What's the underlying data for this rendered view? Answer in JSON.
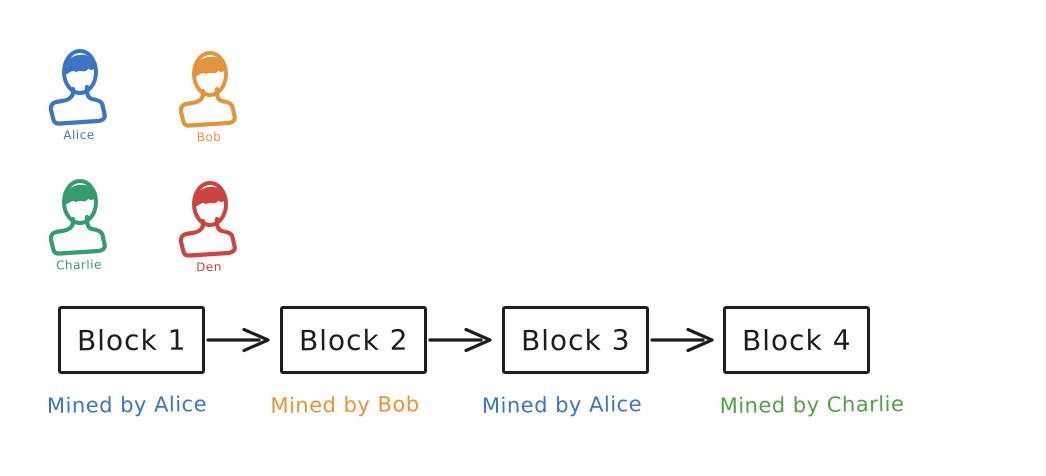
{
  "canvas": {
    "background_color": "#ffffff",
    "ink_color": "#1d1d1d"
  },
  "miners": [
    {
      "name": "Alice",
      "color": "#3b76c4",
      "icon": "person-bust-icon"
    },
    {
      "name": "Bob",
      "color": "#e4953c",
      "icon": "person-bust-icon"
    },
    {
      "name": "Charlie",
      "color": "#359c6d",
      "icon": "person-bust-icon"
    },
    {
      "name": "Den",
      "color": "#cc443f",
      "icon": "person-bust-icon"
    }
  ],
  "chain": {
    "blocks": [
      {
        "label": "Block 1",
        "mined_by": "Mined by Alice",
        "mined_by_color": "#3b76c4"
      },
      {
        "label": "Block 2",
        "mined_by": "Mined by Bob",
        "mined_by_color": "#e8953a"
      },
      {
        "label": "Block 3",
        "mined_by": "Mined by Alice",
        "mined_by_color": "#3b76c4"
      },
      {
        "label": "Block 4",
        "mined_by": "Mined by Charlie",
        "mined_by_color": "#53a047"
      }
    ],
    "connector": "arrow-right-icon"
  }
}
